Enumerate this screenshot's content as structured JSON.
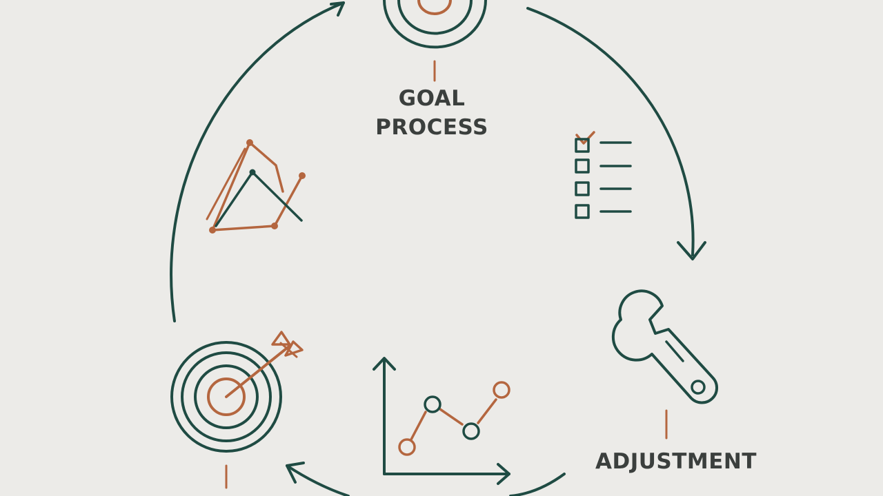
{
  "colors": {
    "background": "#ecebe8",
    "primary": "#1f4b43",
    "accent": "#b4663f",
    "text": "#3b3f3d"
  },
  "labels": {
    "goal_line1": "GOAL",
    "goal_line2": "PROCESS",
    "adjustment": "ADJUSTMENT"
  },
  "icons": [
    "target-icon",
    "checklist-icon",
    "wrench-icon",
    "line-graph-icon",
    "dartboard-target-icon",
    "triangle-graph-icon"
  ]
}
